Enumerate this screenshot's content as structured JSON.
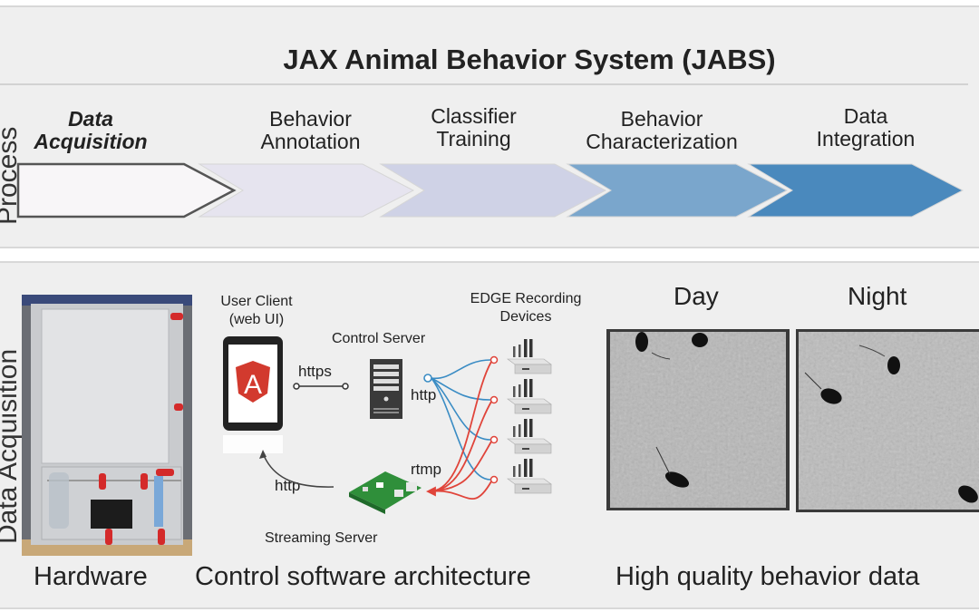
{
  "top_panel": {
    "side_label": "Process",
    "title": "JAX Animal Behavior System (JABS)",
    "stages": [
      {
        "label_line1": "Data",
        "label_line2": "Acquisition",
        "active": true,
        "color": "#f8f6f8"
      },
      {
        "label_line1": "Behavior",
        "label_line2": "Annotation",
        "active": false,
        "color": "#e6e4ef"
      },
      {
        "label_line1": "Classifier",
        "label_line2": "Training",
        "active": false,
        "color": "#cfd2e6"
      },
      {
        "label_line1": "Behavior",
        "label_line2": "Characterization",
        "active": false,
        "color": "#7aa6cc"
      },
      {
        "label_line1": "Data",
        "label_line2": "Integration",
        "active": false,
        "color": "#4a89bd"
      }
    ]
  },
  "bottom_panel": {
    "side_label": "Data Acquisition",
    "hardware": {
      "caption": "Hardware"
    },
    "architecture": {
      "caption": "Control software architecture",
      "user_client": {
        "line1": "User Client",
        "line2": "(web UI)"
      },
      "control_server": "Control Server",
      "edge_devices": {
        "line1": "EDGE Recording",
        "line2": "Devices"
      },
      "streaming_server": "Streaming Server",
      "links": {
        "https": "https",
        "http_control": "http",
        "rtmp": "rtmp",
        "http_stream": "http"
      },
      "device_count": 4,
      "colors": {
        "http": "#3a8cc4",
        "rtmp": "#e0443a",
        "angular": "#d23a2e"
      }
    },
    "behavior_data": {
      "caption": "High quality behavior data",
      "day_label": "Day",
      "night_label": "Night"
    }
  }
}
